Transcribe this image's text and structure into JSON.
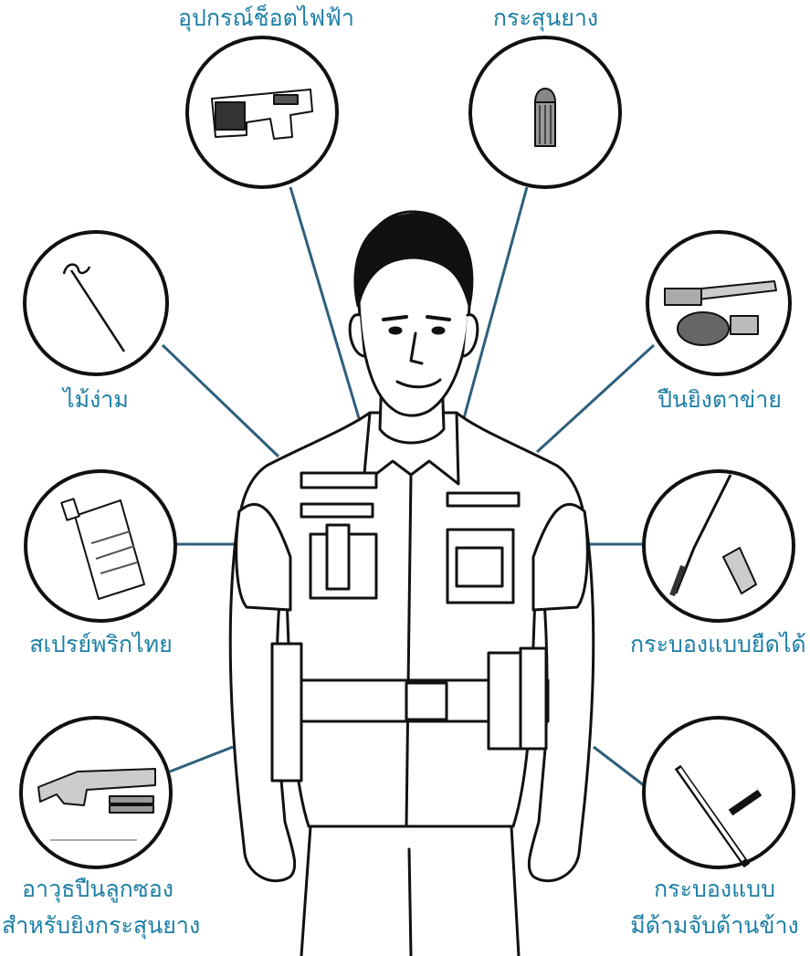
{
  "colors": {
    "label": "#1c7fa6",
    "connector": "#2e5f7c",
    "outline": "#111111"
  },
  "labels": {
    "taser": "อุปกรณ์ช็อตไฟฟ้า",
    "rubber_bullet": "กระสุนยาง",
    "hook_stick": "ไม้ง่าม",
    "net_gun": "ปืนยิงตาข่าย",
    "pepper_spray": "สเปรย์พริกไทย",
    "expandable_baton": "กระบองแบบยืดได้",
    "shotgun_line1": "อาวุธปืนลูกซอง",
    "shotgun_line2": "สำหรับยิงกระสุนยาง",
    "side_baton_line1": "กระบองแบบ",
    "side_baton_line2": "มีด้ามจับด้านข้าง"
  }
}
